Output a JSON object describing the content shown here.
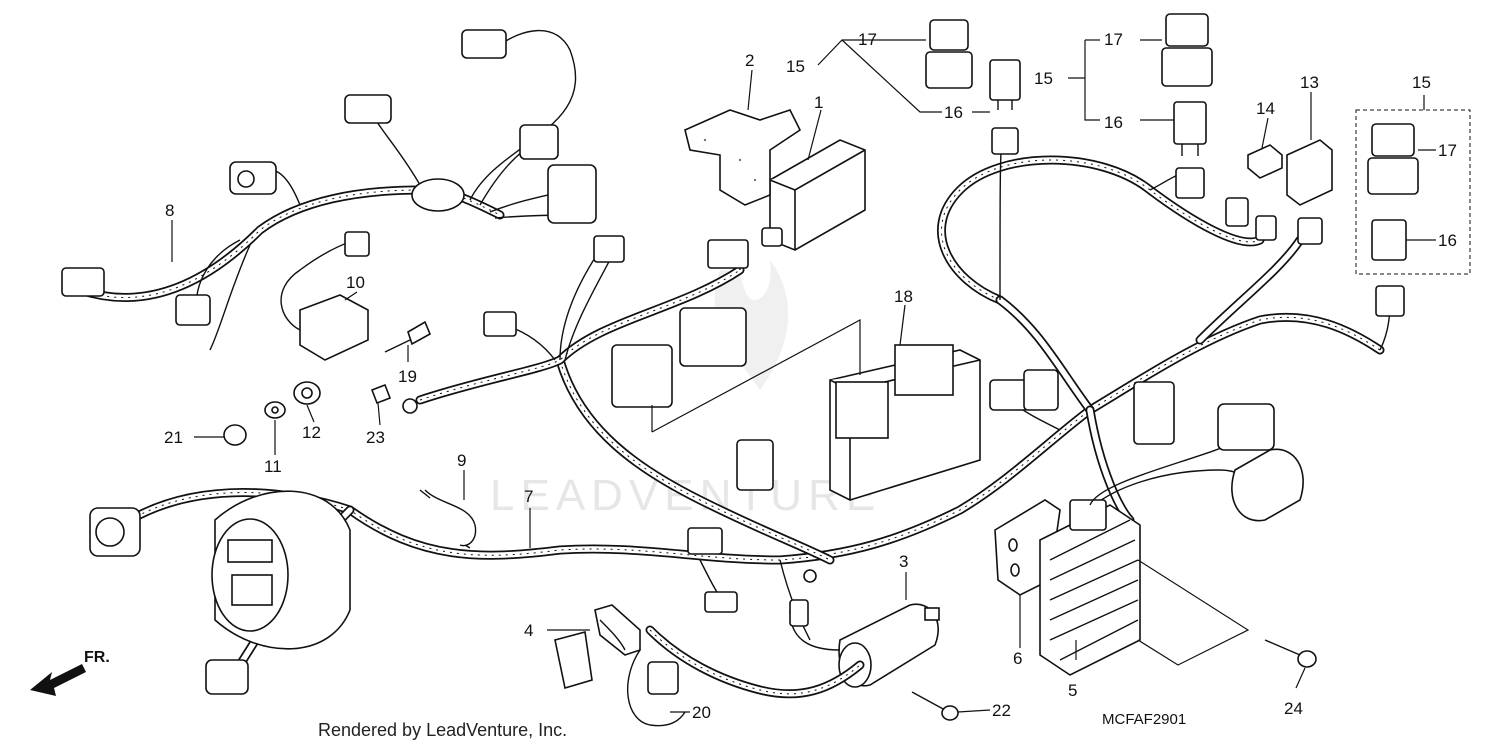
{
  "watermark": "LEADVENTURE",
  "footer_credit": "Rendered by LeadVenture, Inc.",
  "diagram_code": "MCFAF2901",
  "direction_label": "FR.",
  "callouts": {
    "c1": "1",
    "c2": "2",
    "c3": "3",
    "c4": "4",
    "c5": "5",
    "c6": "6",
    "c7": "7",
    "c8": "8",
    "c9": "9",
    "c10": "10",
    "c11": "11",
    "c12": "12",
    "c13": "13",
    "c14": "14",
    "c15a": "15",
    "c15b": "15",
    "c15c": "15",
    "c16a": "16",
    "c16b": "16",
    "c16c": "16",
    "c17a": "17",
    "c17b": "17",
    "c17c": "17",
    "c18": "18",
    "c19": "19",
    "c20": "20",
    "c21": "21",
    "c22": "22",
    "c23": "23",
    "c24": "24"
  }
}
